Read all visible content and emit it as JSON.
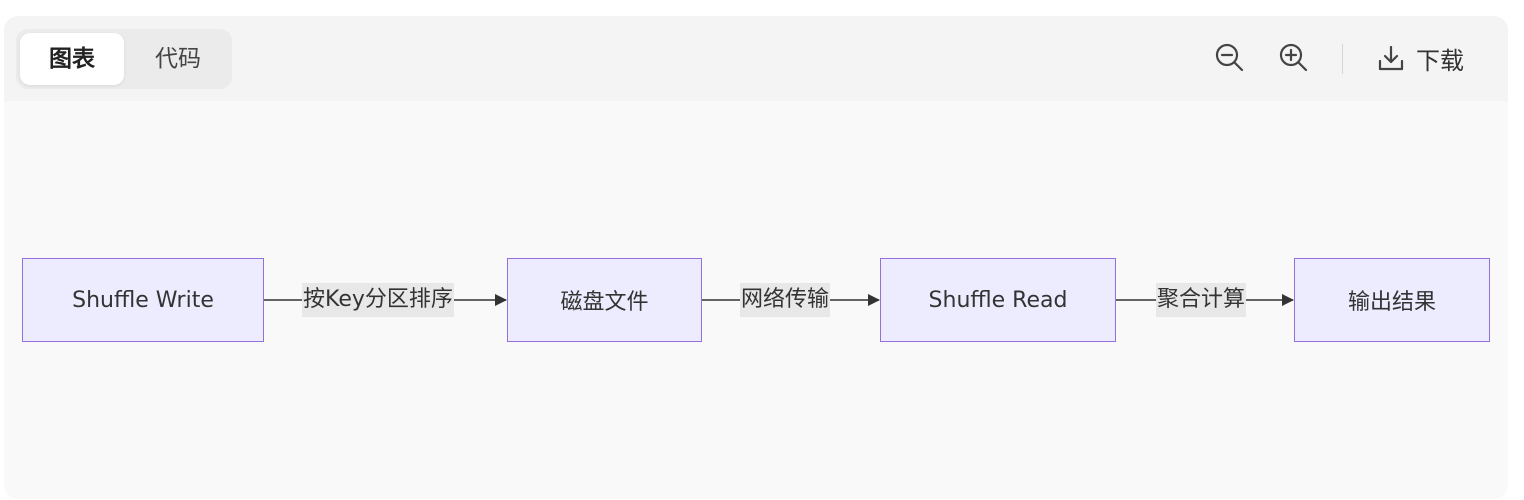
{
  "toolbar": {
    "tabs": [
      {
        "label": "图表",
        "active": true
      },
      {
        "label": "代码",
        "active": false
      }
    ],
    "zoom_out_icon": "zoom-out-icon",
    "zoom_in_icon": "zoom-in-icon",
    "download_icon": "download-icon",
    "download_label": "下载"
  },
  "diagram": {
    "type": "flowchart",
    "direction": "left-to-right",
    "node_fill": "#ececfe",
    "node_stroke": "#9370db",
    "edge_label_bg": "#e8e8e8",
    "nodes": [
      {
        "id": "n1",
        "label": "Shuffle Write"
      },
      {
        "id": "n2",
        "label": "磁盘文件"
      },
      {
        "id": "n3",
        "label": "Shuffle Read"
      },
      {
        "id": "n4",
        "label": "输出结果"
      }
    ],
    "edges": [
      {
        "from": "n1",
        "to": "n2",
        "label": "按Key分区排序"
      },
      {
        "from": "n2",
        "to": "n3",
        "label": "网络传输"
      },
      {
        "from": "n3",
        "to": "n4",
        "label": "聚合计算"
      }
    ]
  }
}
